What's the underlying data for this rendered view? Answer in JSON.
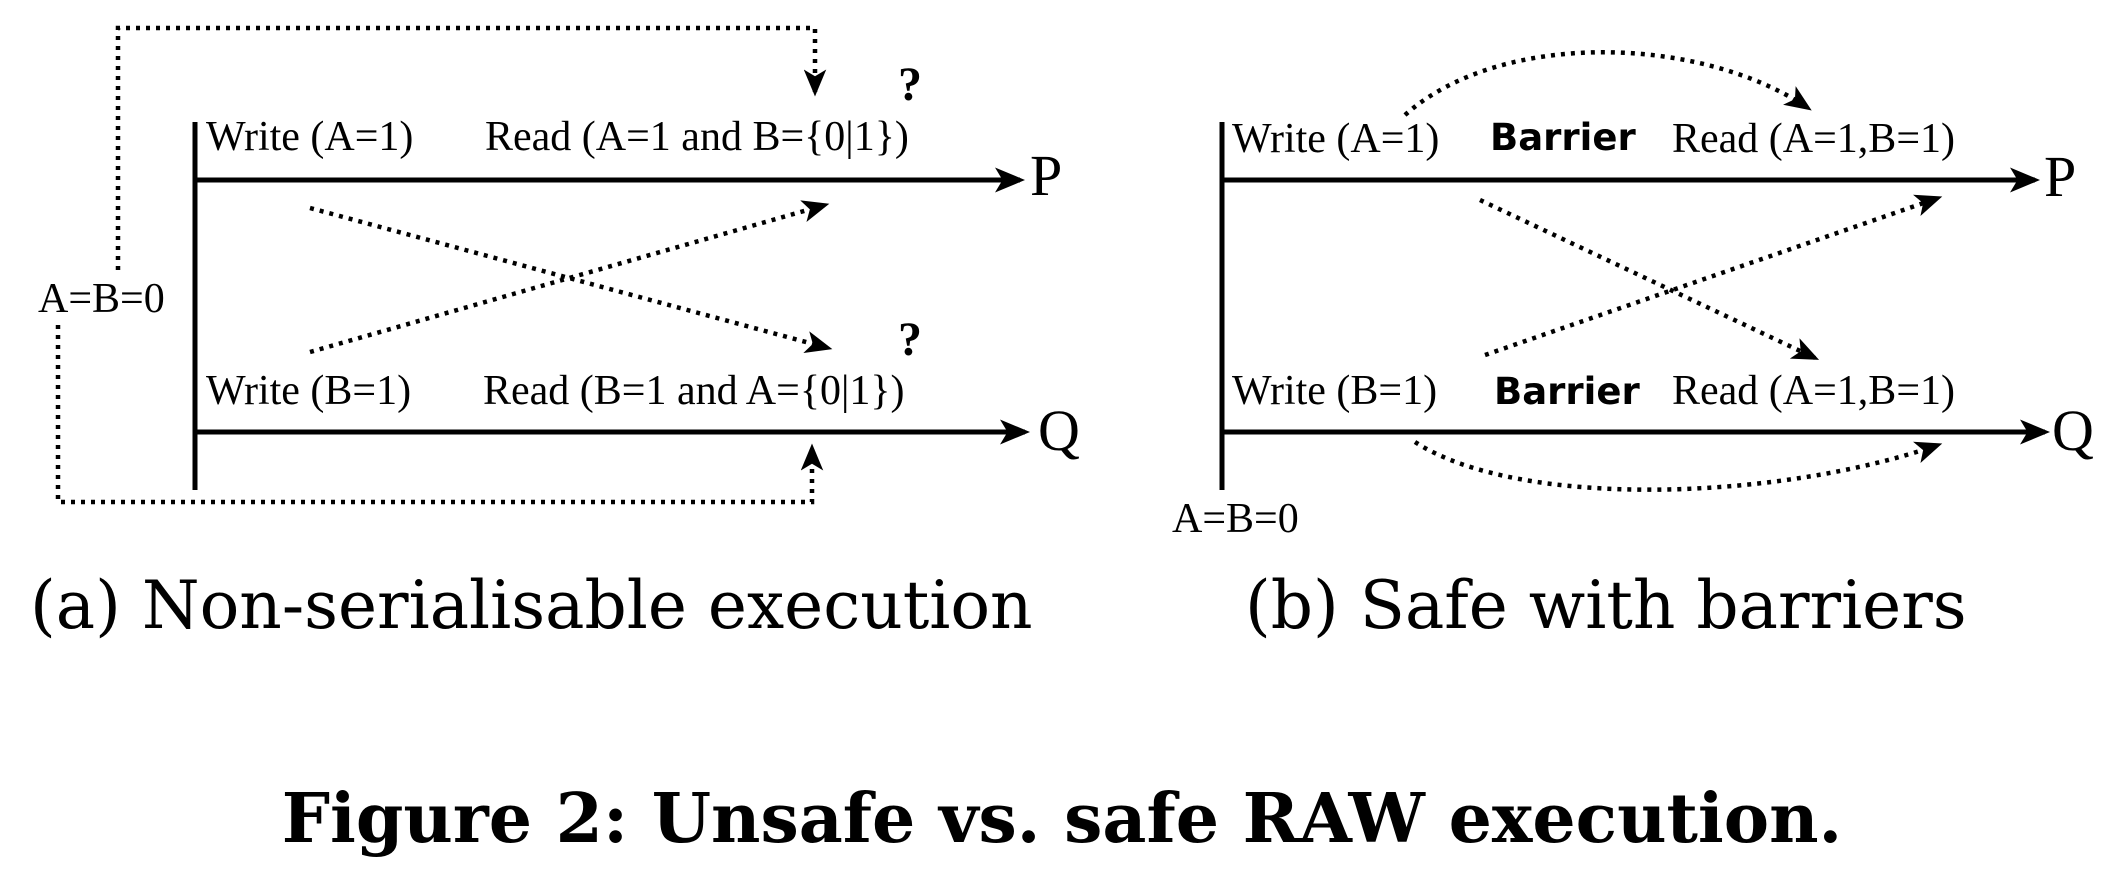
{
  "panel_a": {
    "init_label": "A=B=0",
    "p_write": "Write (A=1)",
    "p_read": "Read (A=1 and B={0|1})",
    "q_write": "Write (B=1)",
    "q_read": "Read (B=1 and A={0|1})",
    "p_label": "P",
    "q_label": "Q",
    "p_question": "?",
    "q_question": "?",
    "caption": "(a) Non-serialisable execution"
  },
  "panel_b": {
    "init_label": "A=B=0",
    "p_write": "Write (A=1)",
    "p_barrier": "Barrier",
    "p_read": "Read (A=1,B=1)",
    "q_write": "Write (B=1)",
    "q_barrier": "Barrier",
    "q_read": "Read (A=1,B=1)",
    "p_label": "P",
    "q_label": "Q",
    "caption": "(b) Safe with barriers"
  },
  "figure_caption": "Figure 2: Unsafe vs. safe RAW execution."
}
